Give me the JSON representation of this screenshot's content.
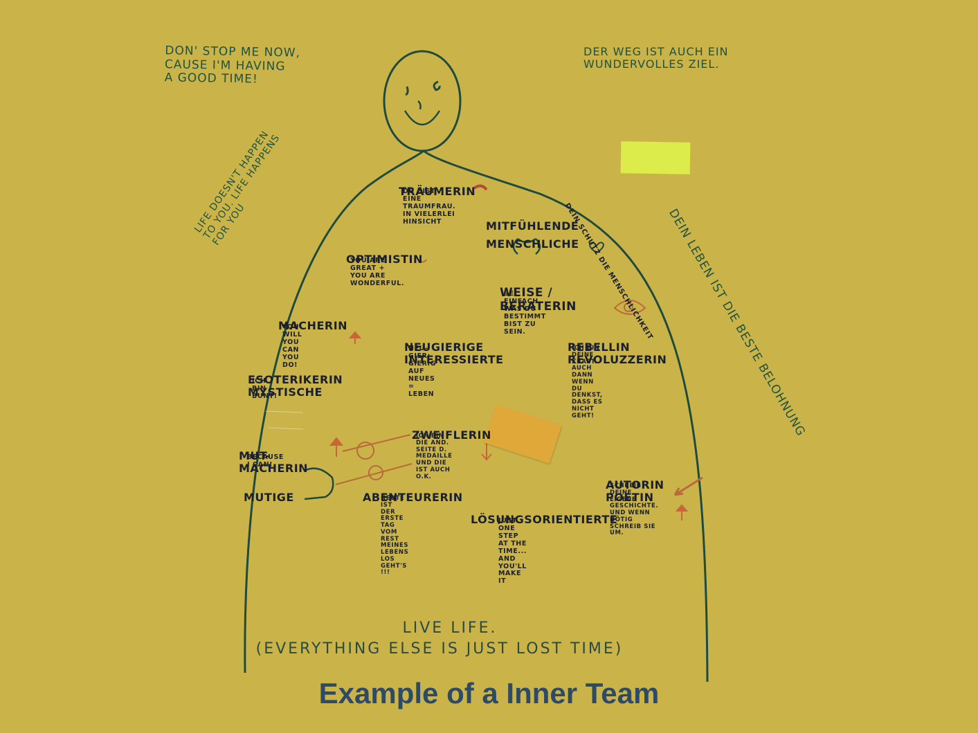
{
  "quotes": {
    "top_left": "Don' stop me now,\ncause I'm having\na good time!",
    "top_right": "Der Weg ist auch ein\nwundervolles Ziel.",
    "left_diagonal": "Life doesn't happen\nto you. Life happens\nfor you",
    "right_arc": "Dein Leben ist die beste Belohnung",
    "heart_note": "Dein Schutz die Menschlichkeit",
    "bottom_line1": "Live Life.",
    "bottom_line2": "(Everything else is just lost time)"
  },
  "roles": [
    {
      "title": "Träumerin",
      "text": "Du bist eine\nTraumfrau.\nIn vielerlei\nHinsicht"
    },
    {
      "title": "Mitfühlende",
      "subtitle": "Menschliche"
    },
    {
      "title": "Optimistin",
      "text": "You are\ngreat + you are\nwonderful."
    },
    {
      "title": "Weise / Beraterin",
      "text": "Sei einfach\nwas du bestimmt\nbist zu sein."
    },
    {
      "title": "Macherin",
      "text": "You will\nyou can\nyou do!"
    },
    {
      "title": "Neugierige\nInteressierte",
      "text": "Neu-Gier:\nGierig auf\nNeues = Leben"
    },
    {
      "title": "Rebellin\nRevoluzzerin",
      "text": "Ich bin deine\nKraft. Auch dann\nwenn du denkst,\ndass es nicht geht!"
    },
    {
      "title": "Esoterikerin\nMystische",
      "text": "Ich bin bunt!"
    },
    {
      "title": "Zweiflerin",
      "text": "Ich bin die and.\nSeite d. Medaille\nund die ist auch\no.k."
    },
    {
      "title": "Mut-Macherin",
      "text": "Because\nI can!"
    },
    {
      "title": "Mutige"
    },
    {
      "title": "Abenteurerin",
      "text": "Heute ist der\nerste Tag vom\nRest meines Lebens\nLos geht's !!!"
    },
    {
      "title": "Lösungsorientierte",
      "text": "Just one step\nat the time...\nand you'll make it"
    },
    {
      "title": "Autorin\nPoetin",
      "text": "Schreib deine\neigene Geschichte.\nUnd wenn nötig\nschreib sie um."
    }
  ],
  "caption": "Example of a Inner Team",
  "colors": {
    "background": "#cab44a",
    "outline": "#1f4a3e",
    "caption": "#2d4a66",
    "accent_orange": "#c8663a"
  }
}
